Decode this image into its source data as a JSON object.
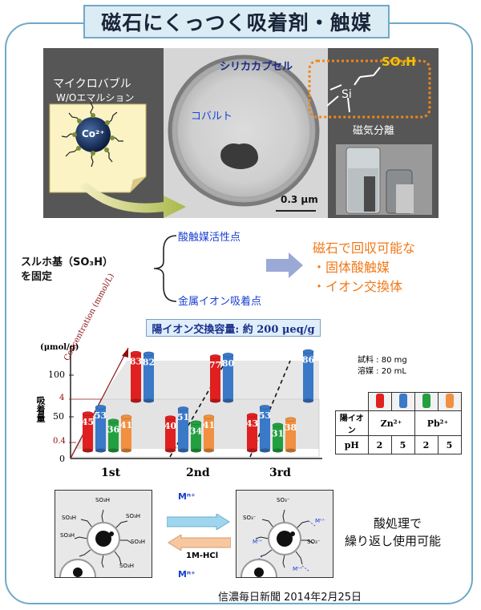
{
  "title": "磁石にくっつく吸着剤・触媒",
  "photo": {
    "bubble_title": "マイクロバブル",
    "bubble_subtitle": "W/Oエマルション",
    "ion_label": "Co²⁺",
    "shell_label": "シリカカプセル",
    "cobalt_label": "コバルト",
    "scale_label": "0.3 μm",
    "si_label": "Si",
    "so3h_label": "SO₃H",
    "magnetic_label": "磁気分離"
  },
  "middle": {
    "fix_line1": "スルホ基（SO₃H）",
    "fix_line2": "を固定",
    "site_acid": "酸触媒活性点",
    "site_metal": "金属イオン吸着点",
    "result_line1": "磁石で回収可能な",
    "result_line2": "・固体酸触媒",
    "result_line3": "・イオン交換体"
  },
  "chart_data": {
    "type": "bar",
    "title": "陽イオン交換容量: 約 200 μeq/g",
    "y_unit": "(μmol/g)",
    "ylabel": "吸着量",
    "z_label": "Concentration (mmol/L)",
    "y_ticks": [
      "100",
      "50",
      "0"
    ],
    "z_ticks": [
      "4",
      "0.4"
    ],
    "categories": [
      "1st",
      "2nd",
      "3rd"
    ],
    "conditions": {
      "sample": "試料 : 80 mg",
      "solvent": "溶媒 : 20 mL"
    },
    "series": [
      {
        "ion": "Zn²⁺",
        "ph": "2",
        "color": "#e02020",
        "low": [
          45,
          40,
          43
        ],
        "high": [
          83,
          77,
          null
        ]
      },
      {
        "ion": "Zn²⁺",
        "ph": "5",
        "color": "#3a78c8",
        "low": [
          53,
          51,
          53
        ],
        "high": [
          82,
          80,
          86
        ]
      },
      {
        "ion": "Pb²⁺",
        "ph": "2",
        "color": "#22a040",
        "low": [
          36,
          34,
          31
        ],
        "high": [
          null,
          null,
          null
        ]
      },
      {
        "ion": "Pb²⁺",
        "ph": "5",
        "color": "#f09040",
        "low": [
          41,
          41,
          38
        ],
        "high": [
          null,
          null,
          null
        ]
      }
    ]
  },
  "legend": {
    "ion_header": "陽イオン",
    "ion_zn": "Zn²⁺",
    "ion_pb": "Pb²⁺",
    "ph_header": "pH",
    "ph_values": [
      "2",
      "5",
      "2",
      "5"
    ]
  },
  "cycle": {
    "metal_in": "Mⁿ⁺",
    "acid_label": "1M-HCl",
    "metal_out": "Mⁿ⁺",
    "sulfonic": "SO₃H",
    "sulfonate": "SO₃⁻",
    "bound_metal": "Mⁿ⁺",
    "reuse_line1": "酸処理で",
    "reuse_line2": "繰り返し使用可能"
  },
  "source": "信濃毎日新聞 2014年2月25日"
}
